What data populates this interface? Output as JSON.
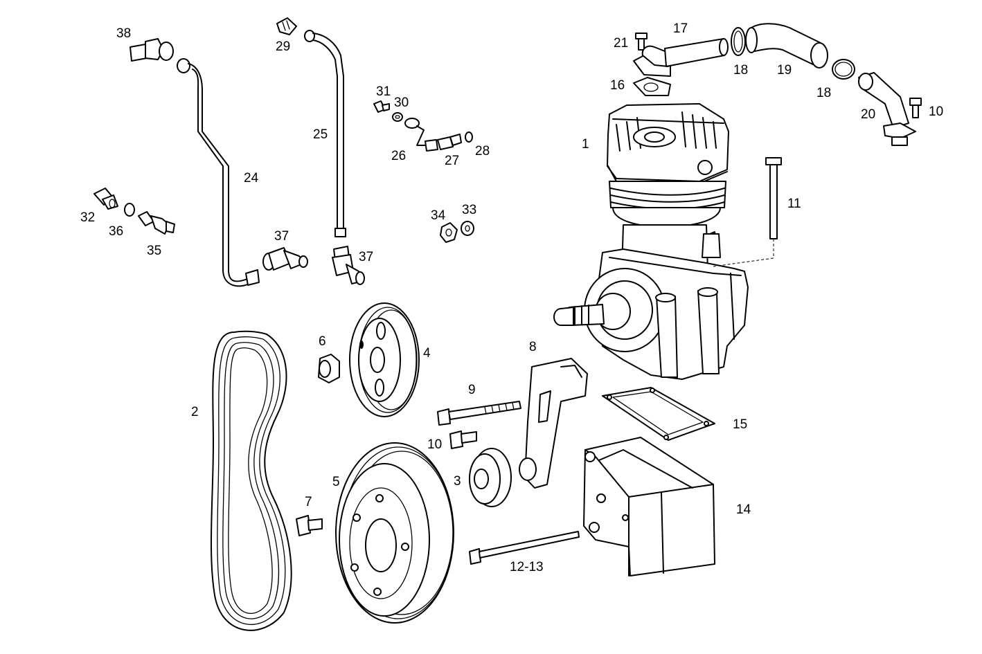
{
  "callouts": [
    {
      "id": "c1",
      "text": "1"
    },
    {
      "id": "c2",
      "text": "2"
    },
    {
      "id": "c3",
      "text": "3"
    },
    {
      "id": "c4",
      "text": "4"
    },
    {
      "id": "c5",
      "text": "5"
    },
    {
      "id": "c6",
      "text": "6"
    },
    {
      "id": "c7",
      "text": "7"
    },
    {
      "id": "c8",
      "text": "8"
    },
    {
      "id": "c9",
      "text": "9"
    },
    {
      "id": "c10a",
      "text": "10"
    },
    {
      "id": "c10b",
      "text": "10"
    },
    {
      "id": "c11",
      "text": "11"
    },
    {
      "id": "c12",
      "text": "12-13"
    },
    {
      "id": "c14",
      "text": "14"
    },
    {
      "id": "c15",
      "text": "15"
    },
    {
      "id": "c16",
      "text": "16"
    },
    {
      "id": "c17",
      "text": "17"
    },
    {
      "id": "c18a",
      "text": "18"
    },
    {
      "id": "c18b",
      "text": "18"
    },
    {
      "id": "c19",
      "text": "19"
    },
    {
      "id": "c20",
      "text": "20"
    },
    {
      "id": "c21",
      "text": "21"
    },
    {
      "id": "c24",
      "text": "24"
    },
    {
      "id": "c25",
      "text": "25"
    },
    {
      "id": "c26",
      "text": "26"
    },
    {
      "id": "c27",
      "text": "27"
    },
    {
      "id": "c28",
      "text": "28"
    },
    {
      "id": "c29",
      "text": "29"
    },
    {
      "id": "c30",
      "text": "30"
    },
    {
      "id": "c31",
      "text": "31"
    },
    {
      "id": "c32",
      "text": "32"
    },
    {
      "id": "c33",
      "text": "33"
    },
    {
      "id": "c34",
      "text": "34"
    },
    {
      "id": "c35",
      "text": "35"
    },
    {
      "id": "c36",
      "text": "36"
    },
    {
      "id": "c37a",
      "text": "37"
    },
    {
      "id": "c37b",
      "text": "37"
    },
    {
      "id": "c38",
      "text": "38"
    }
  ]
}
